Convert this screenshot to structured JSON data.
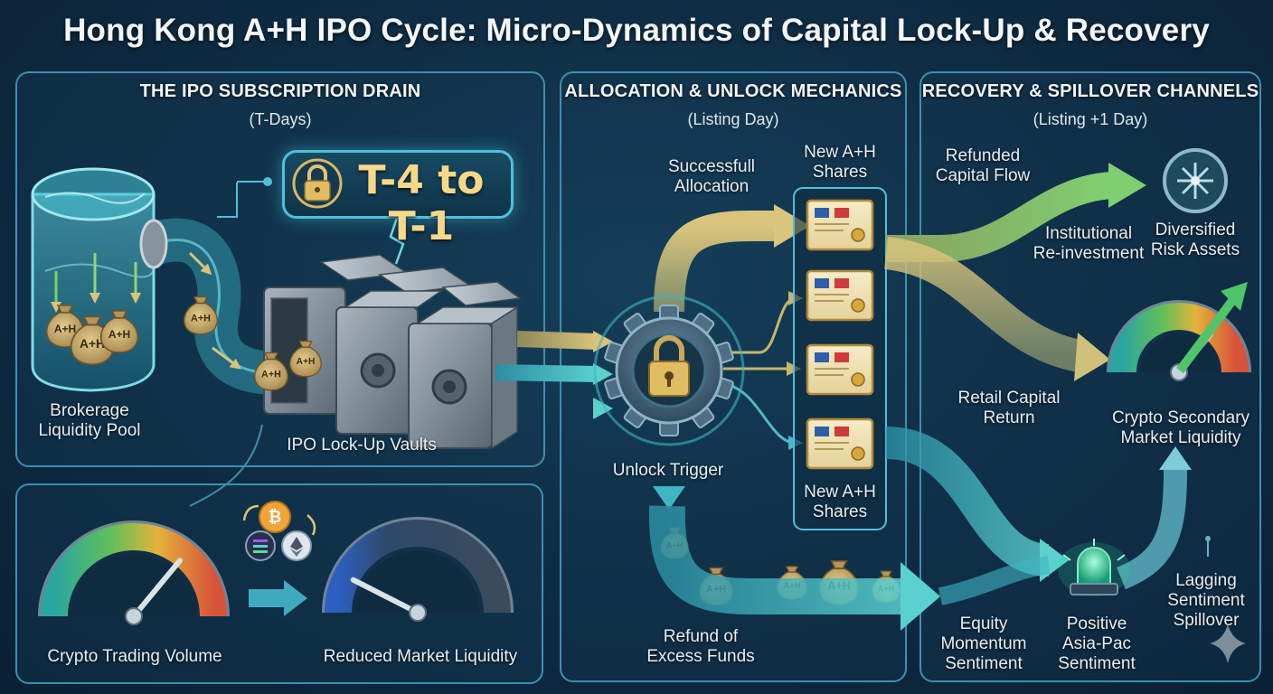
{
  "title": "Hong Kong A+H IPO Cycle: Micro-Dynamics of Capital Lock-Up & Recovery",
  "panels": {
    "drain": {
      "heading": "THE IPO SUBSCRIPTION DRAIN",
      "subheading": "(T-Days)"
    },
    "allocation": {
      "heading": "ALLOCATION & UNLOCK MECHANICS",
      "subheading": "(Listing Day)"
    },
    "recovery": {
      "heading": "RECOVERY & SPILLOVER CHANNELS",
      "subheading": "(Listing +1 Day)"
    }
  },
  "badge": {
    "text": "T-4 to T-1"
  },
  "bag_label": "A+H",
  "labels": {
    "liquidity_pool": "Brokerage\nLiquidity Pool",
    "lockup_vaults": "IPO Lock-Up Vaults",
    "crypto_volume": "Crypto Trading Volume",
    "reduced_liquidity": "Reduced Market Liquidity",
    "successful_allocation": "Successfull\nAllocation",
    "new_shares_top": "New A+H\nShares",
    "new_shares_bottom": "New A+H\nShares",
    "unlock_trigger": "Unlock Trigger",
    "refund_excess": "Refund of\nExcess Funds",
    "refunded_capital": "Refunded\nCapital Flow",
    "institutional_reinvest": "Institutional\nRe-investment",
    "diversified_risk": "Diversified\nRisk Assets",
    "retail_return": "Retail Capital\nReturn",
    "crypto_secondary": "Crypto Secondary\nMarket Liquidity",
    "equity_momentum": "Equity\nMomentum\nSentiment",
    "positive_asiapac": "Positive\nAsia-Pac\nSentiment",
    "lagging_spillover": "Lagging\nSentiment\nSpillover"
  },
  "gauges": {
    "crypto_volume_level": 0.72,
    "reduced_liquidity_level": 0.15,
    "secondary_liquidity_level": 0.72
  },
  "icons": {
    "lock": "padlock-icon",
    "gear": "gear-icon",
    "bitcoin": "bitcoin-icon",
    "ethereum": "ethereum-icon",
    "solana": "solana-icon",
    "alarm": "alarm-beacon-icon",
    "network": "network-compass-icon",
    "sparkle": "sparkle-icon"
  },
  "colors": {
    "panel_border": "#3f8fae",
    "gold_flow": "#c9b56a",
    "teal_flow": "#3fb6c4",
    "badge_text": "#f7d88a",
    "bitcoin": "#f2a33a"
  }
}
